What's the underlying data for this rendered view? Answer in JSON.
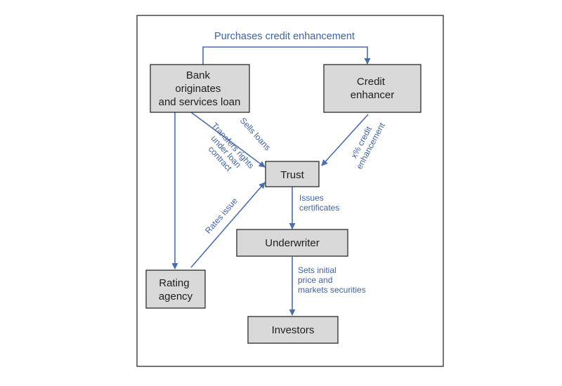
{
  "nodes": {
    "bank": [
      "Bank",
      "originates",
      "and services loan"
    ],
    "enhancer": [
      "Credit",
      "enhancer"
    ],
    "trust": [
      "Trust"
    ],
    "underwriter": [
      "Underwriter"
    ],
    "rating": [
      "Rating",
      "agency"
    ],
    "investors": [
      "Investors"
    ]
  },
  "edges": {
    "purchases": [
      "Purchases credit enhancement"
    ],
    "sells": [
      "Sells loans"
    ],
    "transfers": [
      "Transfers rights",
      "under loan",
      "contract"
    ],
    "credit_enh": [
      "x% credit",
      "enhancement"
    ],
    "rates": [
      "Rates issue"
    ],
    "issues": [
      "Issues",
      "certificates"
    ],
    "sets": [
      "Sets initial",
      "price and",
      "markets securities"
    ]
  },
  "colors": {
    "box_fill": "#d9d9d9",
    "box_stroke": "#2b2b2b",
    "arrow": "#4a6cb0",
    "label": "#3f63a8"
  }
}
